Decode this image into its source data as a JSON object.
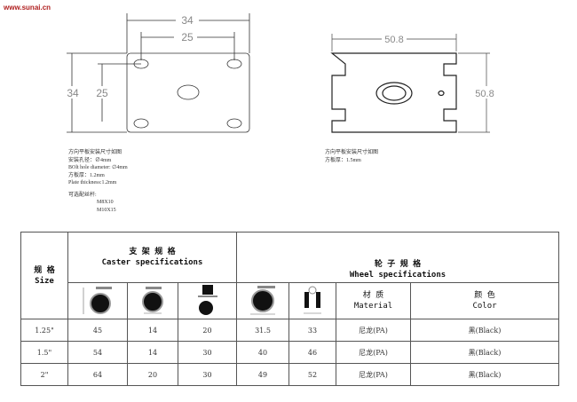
{
  "watermark": "www.sunai.cn",
  "left_drawing": {
    "width": "34",
    "hole_spacing_w": "25",
    "height": "34",
    "hole_spacing_h": "25",
    "notes": [
      "方向平板安装尺寸如图",
      "安装孔径：∅4mm",
      "BOlt hole diameter: ∅4mm",
      "方板厚：1.2mm",
      "Plate thickness:1.2mm"
    ],
    "options_label": "可选配丝杆:",
    "options": [
      "M8X10",
      "M10X15"
    ]
  },
  "right_drawing": {
    "width": "50.8",
    "height": "50.8",
    "notes": [
      "方向平板安装尺寸如图",
      "方板厚：1.5mm"
    ]
  },
  "table": {
    "size_header": {
      "cn": "规 格",
      "en": "Size"
    },
    "caster_header": {
      "cn": "支 架 规 格",
      "en": "Caster specifications"
    },
    "wheel_header": {
      "cn": "轮 子 规 格",
      "en": "Wheel specifications"
    },
    "material_header": {
      "cn": "材 质",
      "en": "Material"
    },
    "color_header": {
      "cn": "颜 色",
      "en": "Color"
    },
    "rows": [
      {
        "size": "1.25\"",
        "c1": "45",
        "c2": "14",
        "c3": "20",
        "w1": "31.5",
        "w2": "33",
        "material": "尼龙(PA)",
        "color": "黑(Black)"
      },
      {
        "size": "1.5\"",
        "c1": "54",
        "c2": "14",
        "c3": "30",
        "w1": "40",
        "w2": "46",
        "material": "尼龙(PA)",
        "color": "黑(Black)"
      },
      {
        "size": "2\"",
        "c1": "64",
        "c2": "20",
        "c3": "30",
        "w1": "49",
        "w2": "52",
        "material": "尼龙(PA)",
        "color": "黑(Black)"
      }
    ]
  }
}
